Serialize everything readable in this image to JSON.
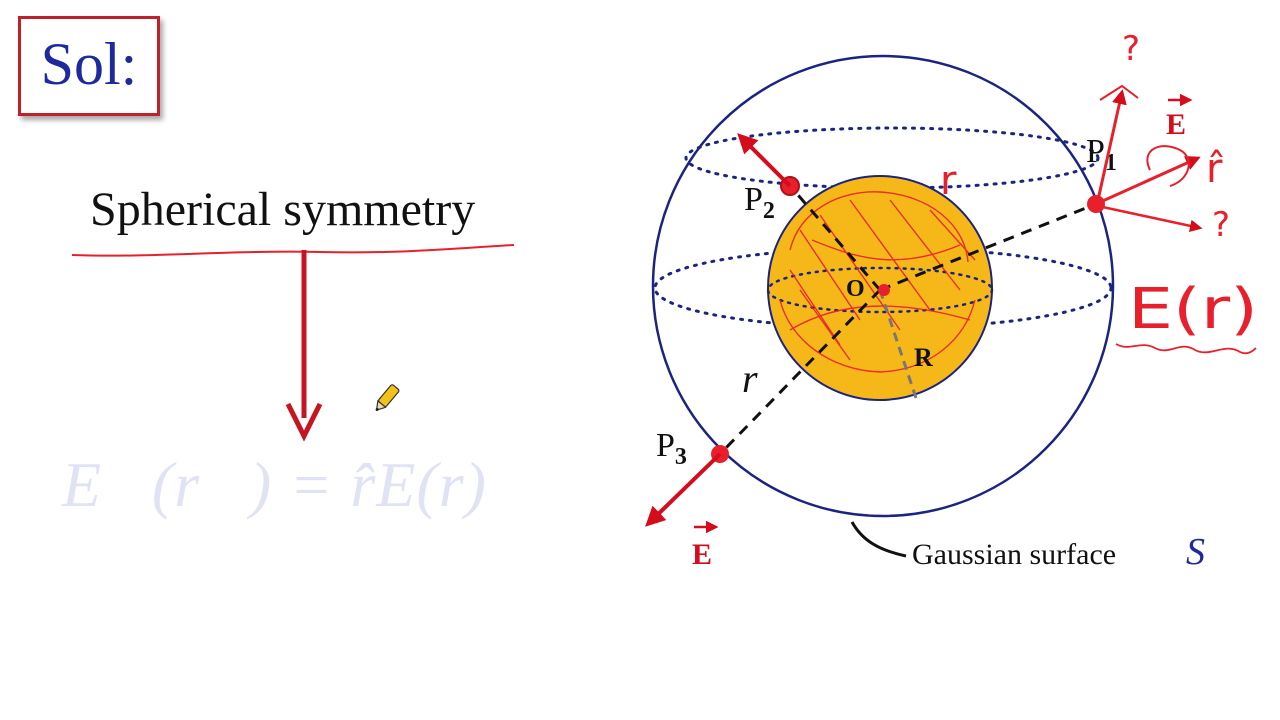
{
  "slide": {
    "sol_label": "Sol:",
    "topic": "Spherical symmetry",
    "formula": "E⃗(r⃗) = r̂E(r)"
  },
  "diagram": {
    "labels": {
      "p1": "P",
      "p1_sub": "1",
      "p2": "P",
      "p2_sub": "2",
      "p3": "P",
      "p3_sub": "3",
      "origin": "O",
      "radius": "R",
      "r_distance": "r",
      "e_top": "E",
      "e_bottom": "E",
      "gaussian": "Gaussian surface",
      "gaussian_symbol": "S"
    },
    "handwritten": {
      "r_near_sphere": "r",
      "r_hat": "r̂",
      "e_of_r": "E(r)",
      "question_1": "?",
      "question_2": "?"
    }
  },
  "colors": {
    "sol_text": "#1e2a9c",
    "sol_border": "#c0202a",
    "arrow_red": "#d40c1c",
    "ink_red": "#e8202c",
    "gaussian_outline": "#1b2480",
    "sphere_fill": "#f6b818",
    "sphere_outline": "#1b2480",
    "dotted_blue": "#1b2480"
  }
}
